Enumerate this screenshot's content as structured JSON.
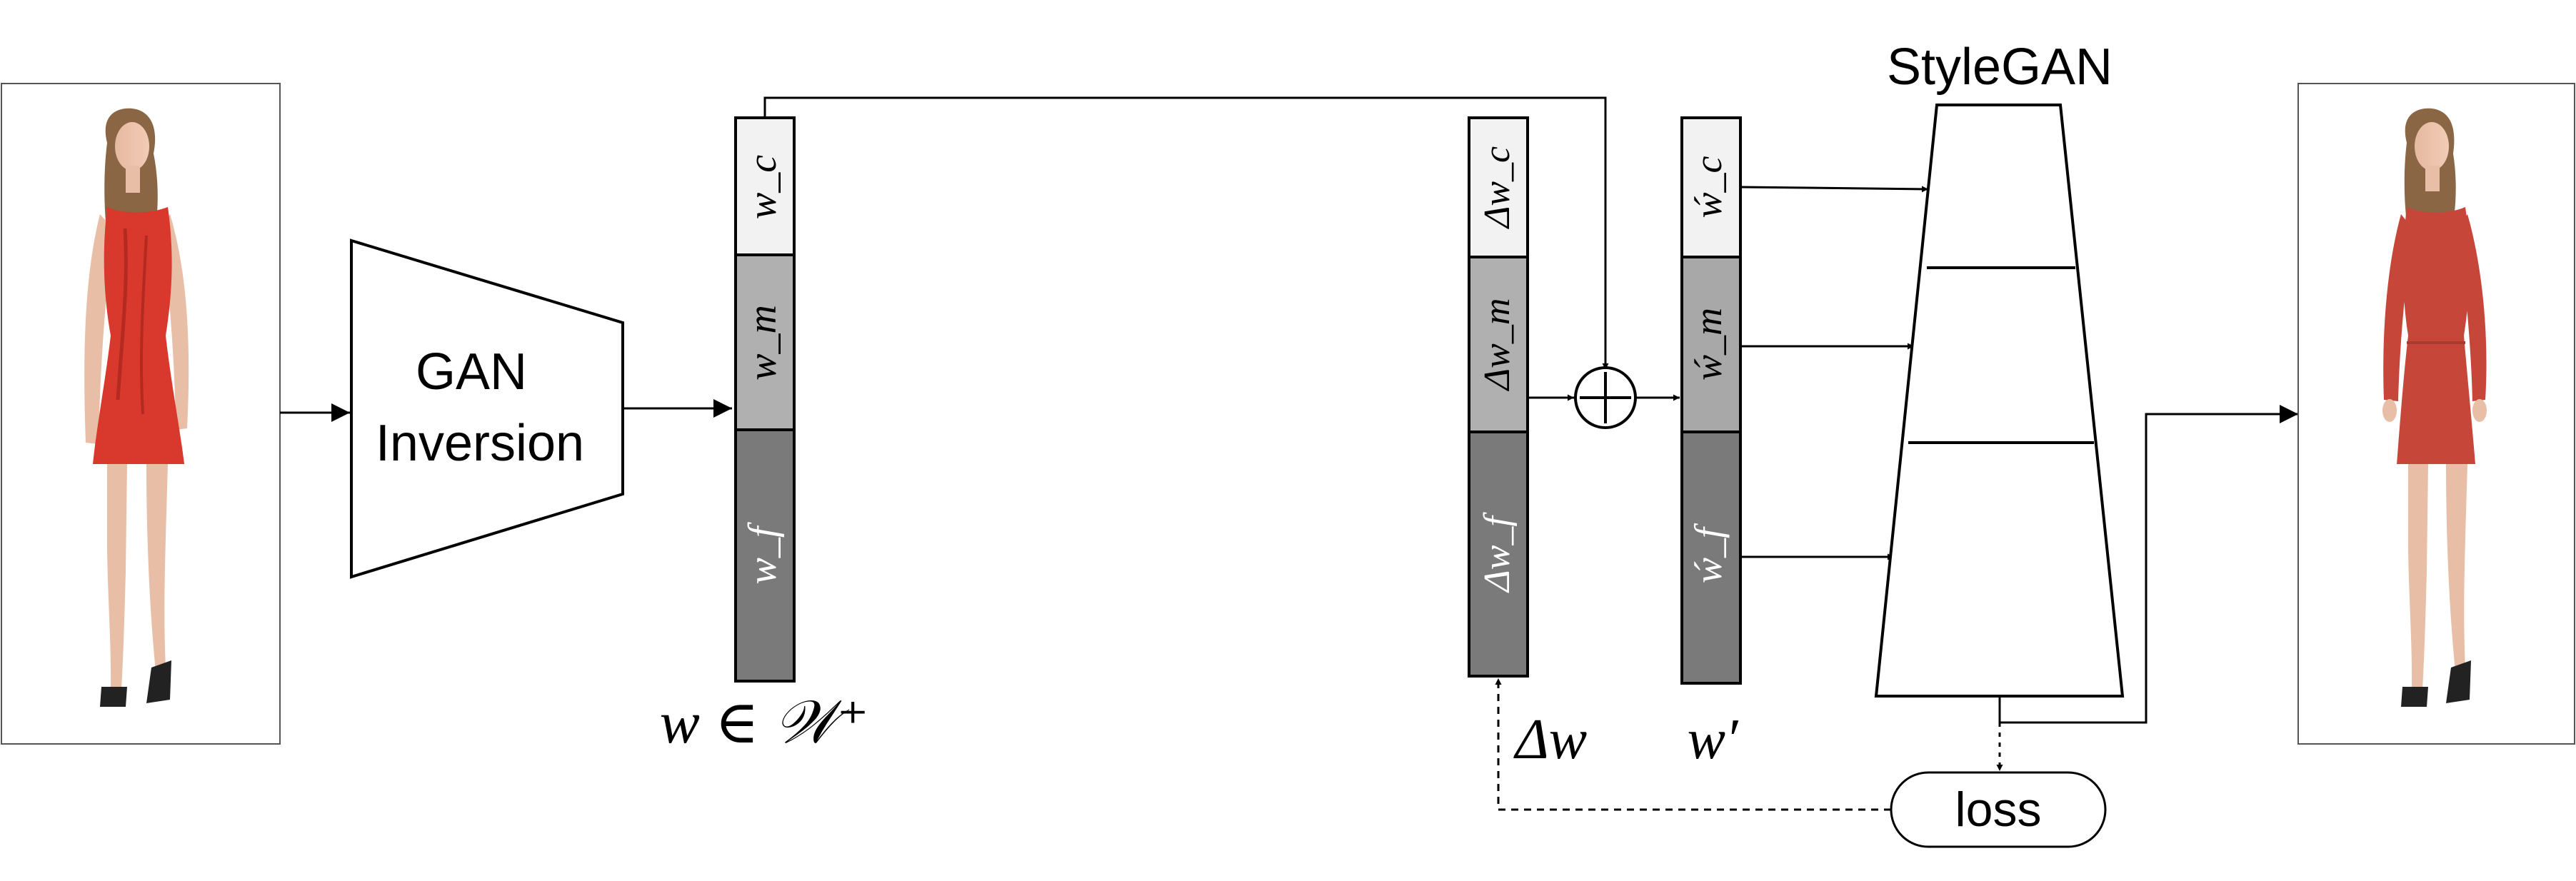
{
  "encoder": {
    "line1": "GAN",
    "line2": "Inversion"
  },
  "generator": {
    "title": "StyleGAN"
  },
  "latent_w": {
    "caption": "w ∈ 𝒲⁺",
    "segments": [
      "w_c",
      "w_m",
      "w_f"
    ]
  },
  "delta_w": {
    "caption": "Δw",
    "segments": [
      "Δw_c",
      "Δw_m",
      "Δw_f"
    ]
  },
  "w_prime": {
    "caption": "w′",
    "segments": [
      "ẃ_c",
      "ẃ_m",
      "ẃ_f"
    ]
  },
  "loss": {
    "label": "loss"
  },
  "input_image": {
    "description": "woman in red sleeveless dress"
  },
  "output_image": {
    "description": "woman in red long-sleeve dress"
  },
  "colors": {
    "light": "#f2f2f2",
    "mid": "#b0b0b0",
    "dark": "#7a7a7a",
    "dress_in": "#d8392c",
    "dress_out": "#c6473a",
    "line": "#000000"
  }
}
